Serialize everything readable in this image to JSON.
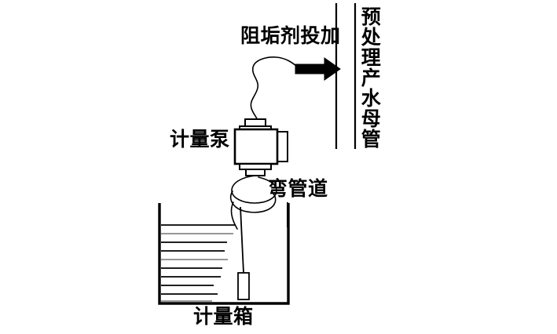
{
  "diagram": {
    "title_labels": {
      "dosing": "阻垢剂投加",
      "metering_pump": "计量泵",
      "bent_pipe": "弯管道",
      "metering_tank": "计量箱",
      "main_pipe": "预处理产水母管"
    },
    "colors": {
      "stroke": "#000000",
      "background": "#ffffff",
      "graduation_light": "#888888"
    },
    "components": [
      {
        "name": "main-pipe",
        "type": "vertical-double-line",
        "label": "预处理产水母管"
      },
      {
        "name": "injection-arrow",
        "type": "solid-arrow-right",
        "label": "阻垢剂投加"
      },
      {
        "name": "flexible-tube",
        "type": "wavy-line"
      },
      {
        "name": "metering-pump",
        "type": "box-with-motor",
        "label": "计量泵"
      },
      {
        "name": "coiled-pipe",
        "type": "helical-coil",
        "label": "弯管道"
      },
      {
        "name": "suction-line",
        "type": "vertical-line"
      },
      {
        "name": "foot-valve",
        "type": "small-rectangle"
      },
      {
        "name": "metering-tank",
        "type": "open-top-vessel",
        "label": "计量箱"
      },
      {
        "name": "graduation-marks",
        "type": "horizontal-lines",
        "count": 10
      }
    ]
  }
}
